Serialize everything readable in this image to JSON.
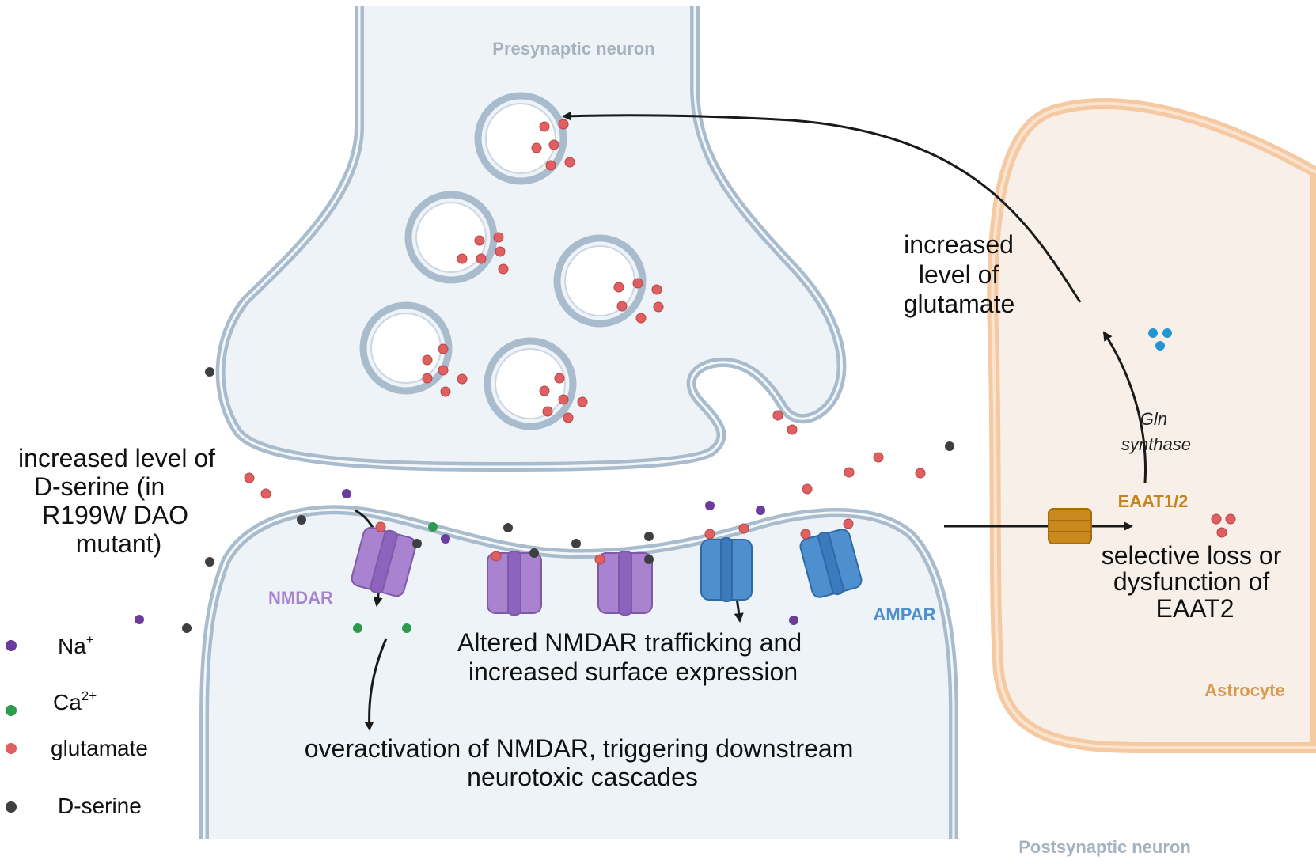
{
  "labels": {
    "presynaptic": "Presynaptic neuron",
    "postsynaptic": "Postsynaptic neuron",
    "astrocyte": "Astrocyte",
    "nmdar": "NMDAR",
    "ampar": "AMPAR",
    "eaat": "EAAT1/2",
    "gln_line1": "Gln",
    "gln_line2": "synthase"
  },
  "annotations": {
    "glutamate_level": [
      "increased",
      "level of",
      "glutamate"
    ],
    "dserine_level": [
      "increased level of",
      "D-serine (in",
      "R199W DAO",
      "mutant)"
    ],
    "eaat2_loss": [
      "selective loss or",
      "dysfunction of",
      "EAAT2"
    ],
    "trafficking": [
      "Altered NMDAR trafficking and",
      "increased surface expression"
    ],
    "overactivation": [
      "overactivation of NMDAR, triggering downstream",
      "neurotoxic cascades"
    ]
  },
  "legend": {
    "na": "Na",
    "na_sup": "+",
    "ca": "Ca",
    "ca_sup": "2+",
    "glutamate": "glutamate",
    "dserine": "D-serine"
  },
  "colors": {
    "neuron_fill": "#eef3f8",
    "neuron_membrane": "#a9bccd",
    "neuron_label": "#a6b2bd",
    "astro_fill": "#f7efe8",
    "astro_membrane": "#f5c9a1",
    "astro_label": "#d89a4f",
    "nmdar": "#a983cf",
    "ampar": "#4e8fcf",
    "eaat_text": "#c8841a",
    "transporter": "#c9891c",
    "glutamate": "#e05f60",
    "dserine": "#3f3f3f",
    "na": "#6a3c9c",
    "ca": "#2e9a4e",
    "gln": "#2196d3"
  }
}
